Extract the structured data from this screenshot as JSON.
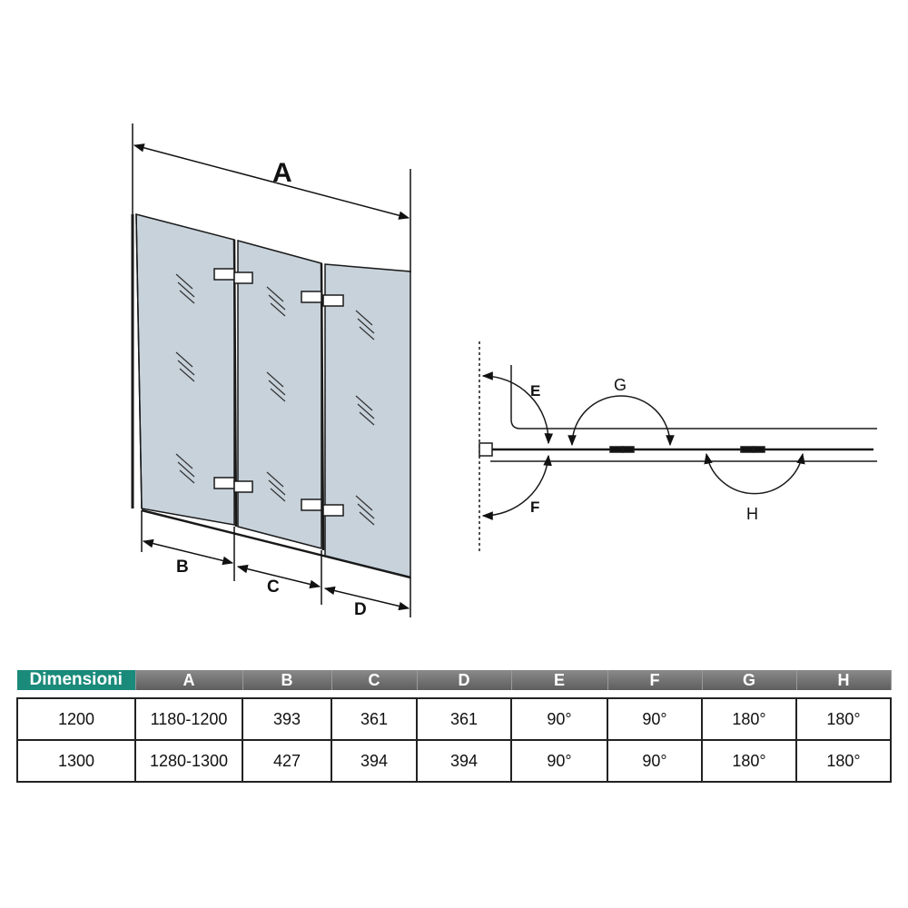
{
  "diagram": {
    "labels": {
      "A": "A",
      "B": "B",
      "C": "C",
      "D": "D",
      "E": "E",
      "F": "F",
      "G": "G",
      "H": "H"
    },
    "colors": {
      "glass": "#c7d2db",
      "line": "#1a1a1a",
      "header_accent": "#1a8a7a"
    }
  },
  "table": {
    "headers": [
      "Dimensioni",
      "A",
      "B",
      "C",
      "D",
      "E",
      "F",
      "G",
      "H"
    ],
    "rows": [
      [
        "1200",
        "1180-1200",
        "393",
        "361",
        "361",
        "90°",
        "90°",
        "180°",
        "180°"
      ],
      [
        "1300",
        "1280-1300",
        "427",
        "394",
        "394",
        "90°",
        "90°",
        "180°",
        "180°"
      ]
    ]
  }
}
